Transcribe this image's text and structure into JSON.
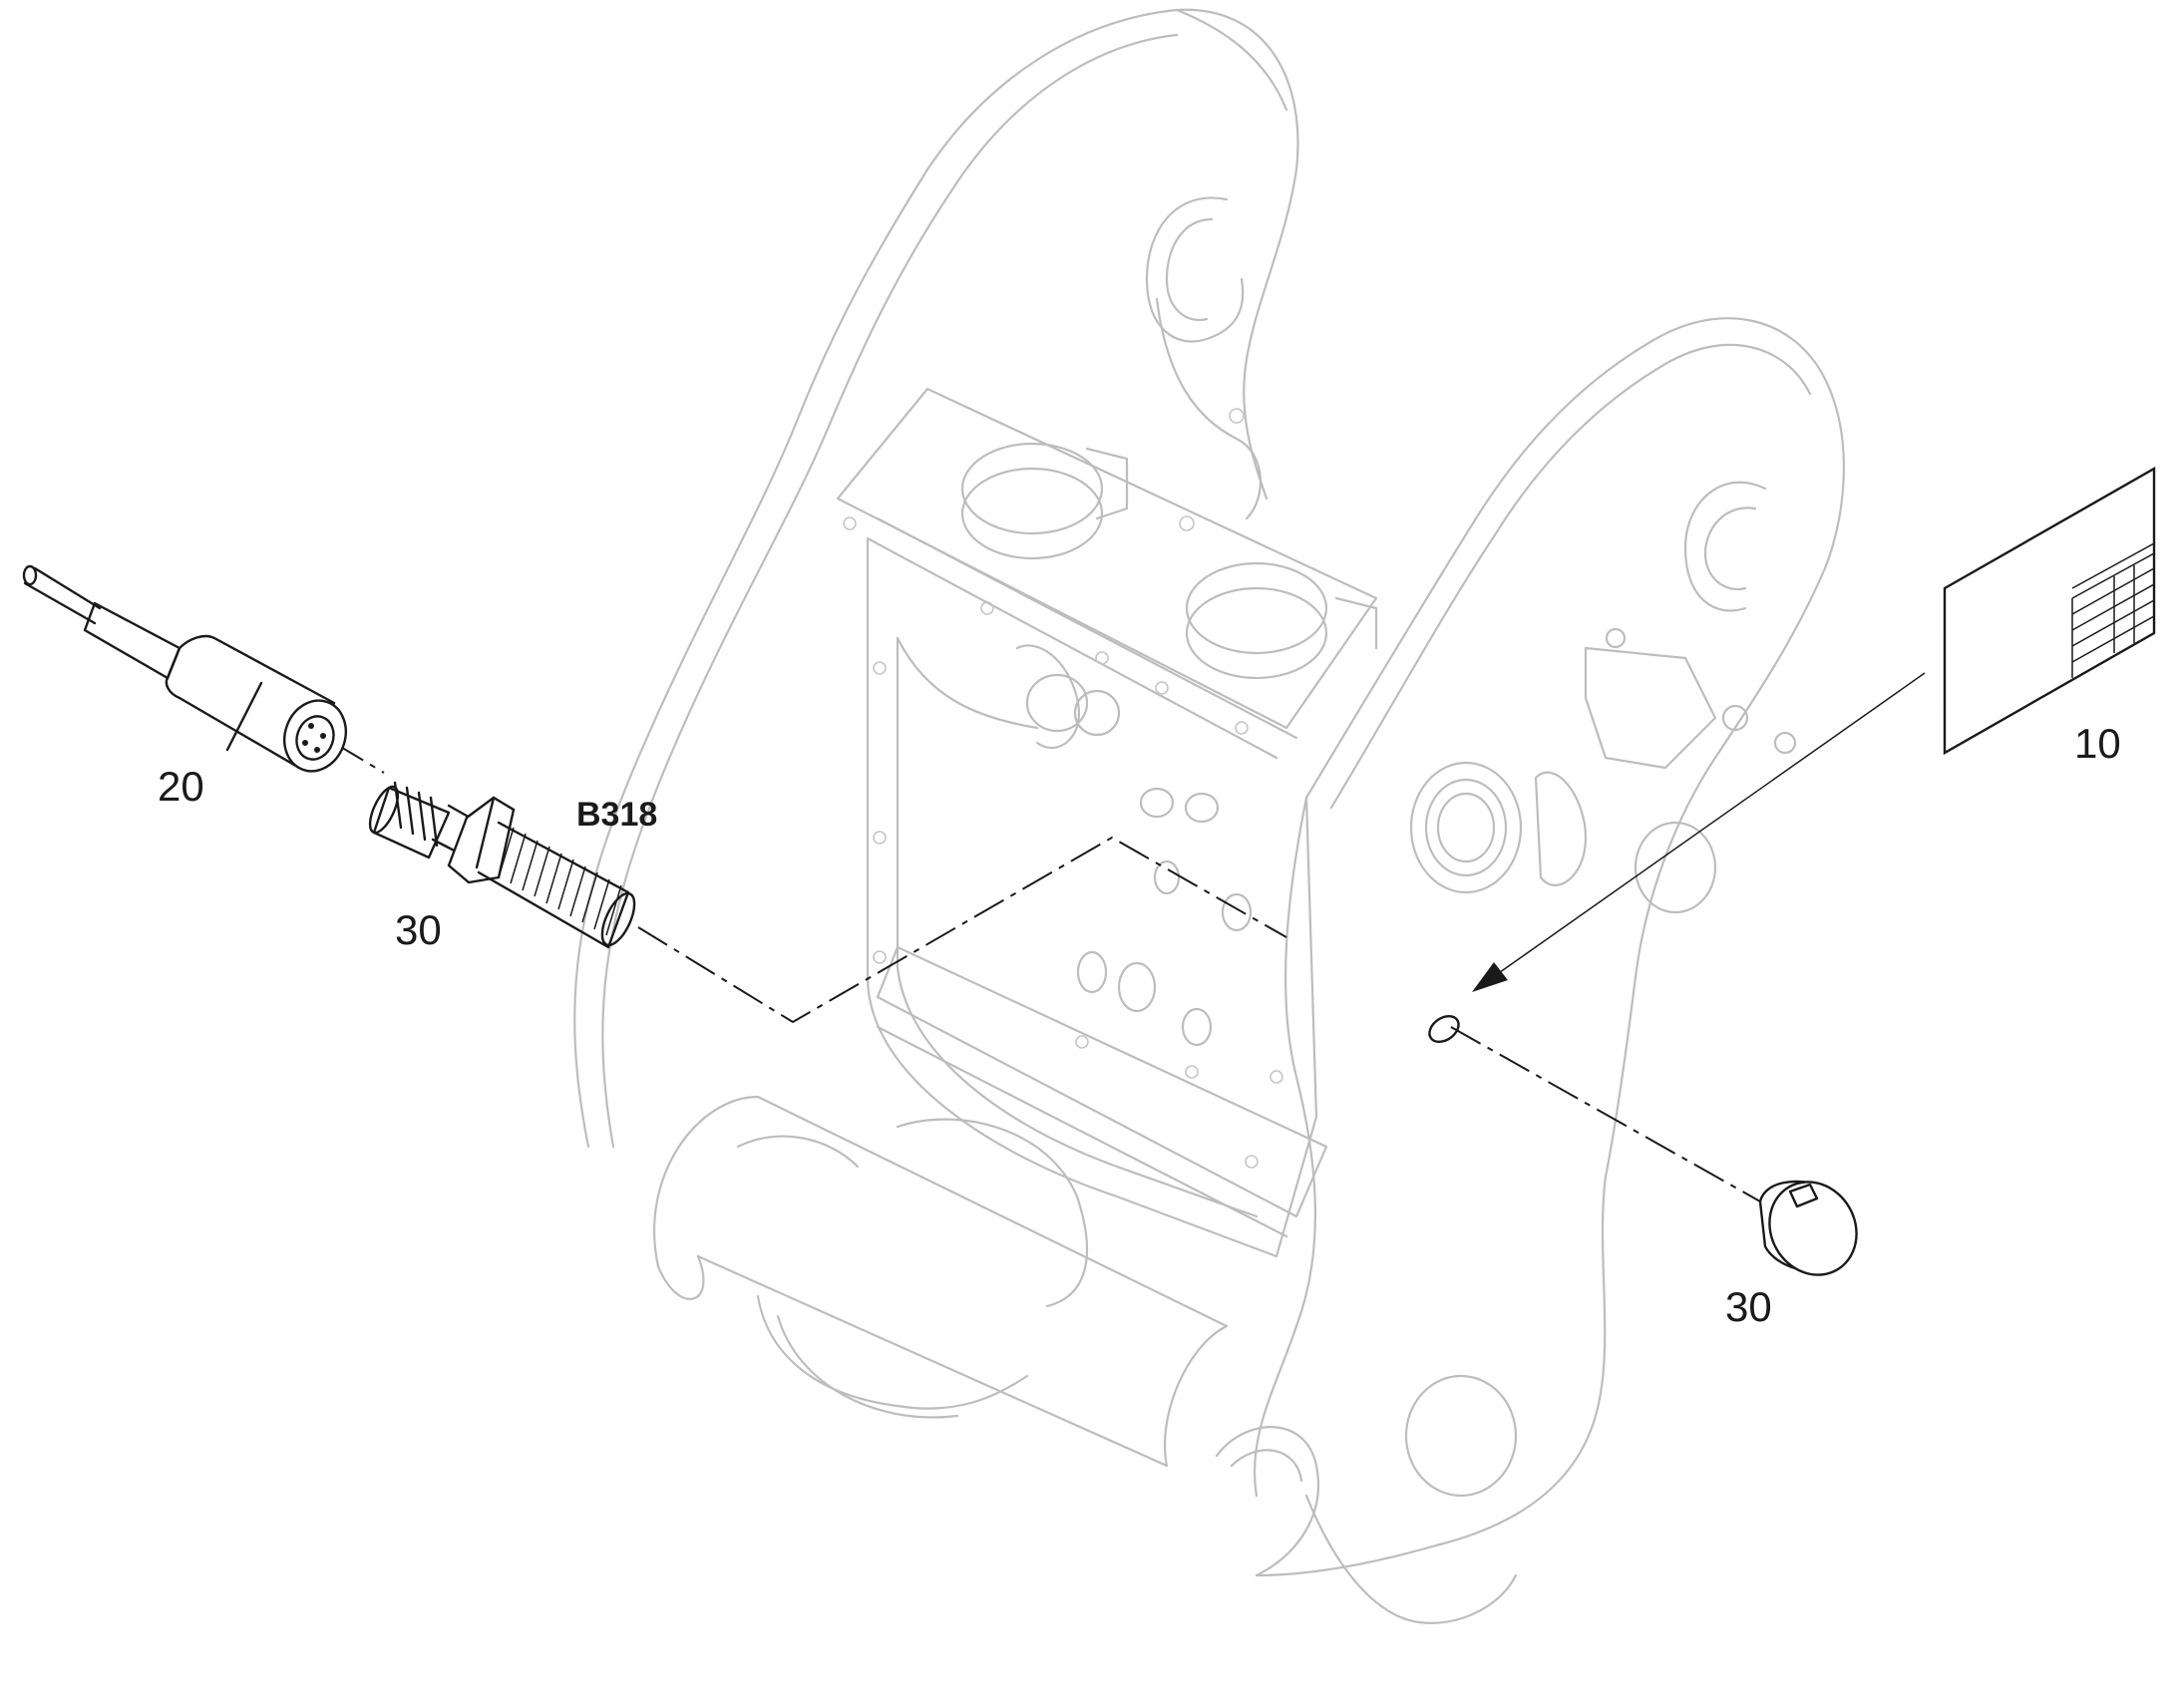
{
  "callouts": {
    "sensor_cable": "20",
    "sensor": "30",
    "sensor_ref": "B318",
    "cap": "30",
    "decal": "10"
  },
  "colors": {
    "ink": "#1a1a1a",
    "ghost": "#bdbdbd",
    "background": "#ffffff"
  }
}
